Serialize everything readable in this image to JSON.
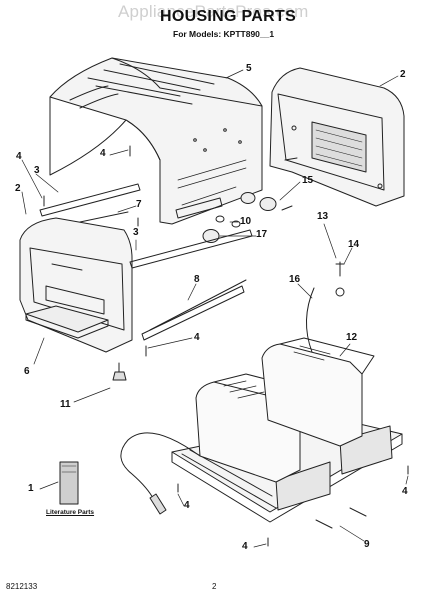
{
  "watermark": "AppliancePartsPros.com",
  "title": "HOUSING PARTS",
  "subtitle": "For Models: KPTT890__1",
  "callouts": [
    "5",
    "2",
    "4",
    "3",
    "2",
    "15",
    "7",
    "10",
    "3",
    "17",
    "13",
    "14",
    "16",
    "8",
    "12",
    "4",
    "6",
    "11",
    "1",
    "4",
    "4",
    "4",
    "9"
  ],
  "literature_label": "Literature Parts",
  "footer": {
    "document_number": "8212133",
    "page": "2"
  }
}
